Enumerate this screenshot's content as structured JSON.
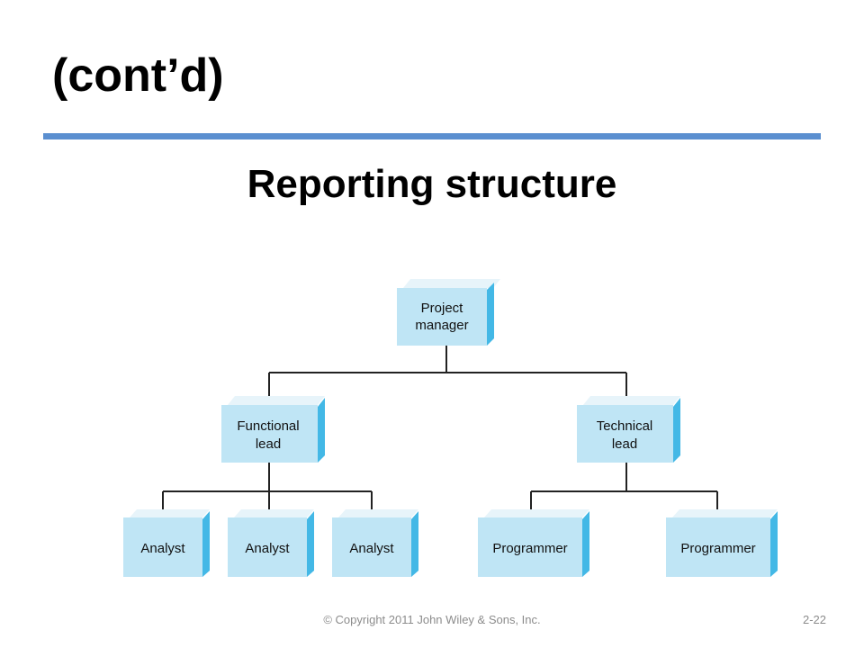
{
  "slide": {
    "title": "(cont’d)",
    "heading": "Reporting structure",
    "accent_color": "#5b8fd0"
  },
  "diagram": {
    "box_color": "#bfe5f5",
    "nodes": {
      "project_manager": [
        "Project",
        "manager"
      ],
      "functional_lead": [
        "Functional",
        "lead"
      ],
      "technical_lead": [
        "Technical",
        "lead"
      ],
      "analyst_1": [
        "Analyst"
      ],
      "analyst_2": [
        "Analyst"
      ],
      "analyst_3": [
        "Analyst"
      ],
      "programmer_1": [
        "Programmer"
      ],
      "programmer_2": [
        "Programmer"
      ]
    }
  },
  "footer": {
    "copyright": "© Copyright 2011 John Wiley & Sons, Inc.",
    "page": "2-22"
  }
}
